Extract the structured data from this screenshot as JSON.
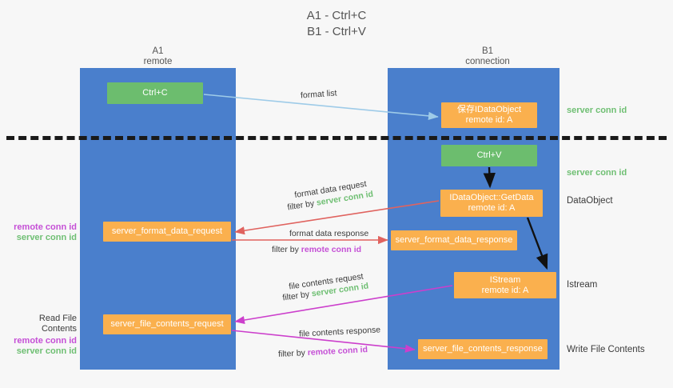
{
  "title": {
    "line1": "A1 - Ctrl+C",
    "line2": "B1 - Ctrl+V"
  },
  "columns": {
    "left": {
      "name": "A1",
      "role": "remote"
    },
    "right": {
      "name": "B1",
      "role": "connection"
    }
  },
  "nodes": {
    "ctrl_c": {
      "line1": "Ctrl+C",
      "line2": ""
    },
    "save_idataobject": {
      "line1": "保存IDataObject",
      "line2": "remote id: A"
    },
    "ctrl_v": {
      "line1": "Ctrl+V",
      "line2": ""
    },
    "idataobject_getdata": {
      "line1": "IDataObject::GetData",
      "line2": "remote id: A"
    },
    "server_format_data_request": {
      "line1": "server_format_data_request",
      "line2": ""
    },
    "server_format_data_response": {
      "line1": "server_format_data_response",
      "line2": ""
    },
    "istream": {
      "line1": "IStream",
      "line2": "remote id: A"
    },
    "server_file_contents_request": {
      "line1": "server_file_contents_request",
      "line2": ""
    },
    "server_file_contents_response": {
      "line1": "server_file_contents_response",
      "line2": ""
    }
  },
  "edge_labels": {
    "format_list": "format list",
    "format_data_request": "format data request",
    "format_data_request_filter_prefix": "filter by ",
    "format_data_request_filter_key": "server conn id",
    "format_data_response": "format data response",
    "format_data_response_filter_prefix": "filter by ",
    "format_data_response_filter_key": "remote conn id",
    "file_contents_request": "file contents request",
    "file_contents_request_filter_prefix": "filter by ",
    "file_contents_request_filter_key": "server conn id",
    "file_contents_response": "file contents response",
    "file_contents_response_filter_prefix": "filter by ",
    "file_contents_response_filter_key": "remote conn id"
  },
  "annotations": {
    "right": {
      "server_conn_id_top": "server conn id",
      "server_conn_id_mid": "server conn id",
      "dataobject": "DataObject",
      "istream": "Istream",
      "write_file_contents": "Write File Contents"
    },
    "left": {
      "remote_conn_id_1": "remote conn id",
      "server_conn_id_1": "server conn id",
      "read_file_contents": "Read File Contents",
      "remote_conn_id_2": "remote conn id",
      "server_conn_id_2": "server conn id"
    }
  },
  "colors": {
    "background": "#f7f7f7",
    "lane": "#4a7fcc",
    "node_green": "#6cbd6e",
    "node_orange": "#fab04e",
    "text_server_conn_id": "#6fbf73",
    "text_remote_conn_id": "#c54fd6",
    "arrow_format_list": "#9ecbe8",
    "arrow_format_data": "#e0635f",
    "arrow_file_contents": "#cc3fcc",
    "arrow_internal": "#111111",
    "divider": "#1a1a1a"
  }
}
